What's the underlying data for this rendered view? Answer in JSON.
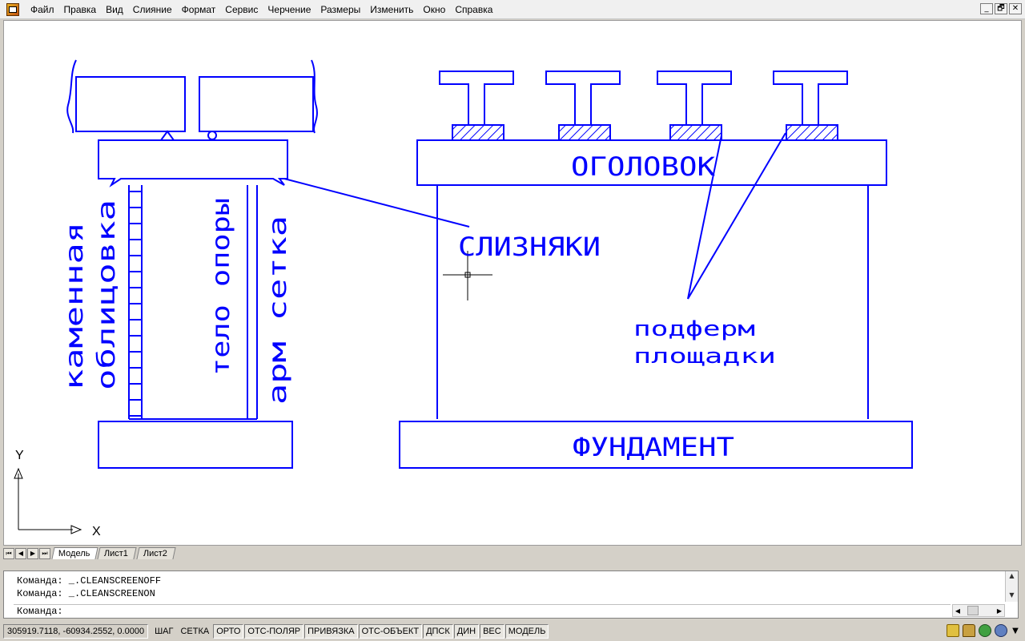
{
  "menu": {
    "items": [
      "Файл",
      "Правка",
      "Вид",
      "Слияние",
      "Формат",
      "Сервис",
      "Черчение",
      "Размеры",
      "Изменить",
      "Окно",
      "Справка"
    ],
    "window_controls": [
      "_",
      "🗗",
      "✕"
    ]
  },
  "drawing": {
    "line_color": "#0000ff",
    "labels": {
      "ogolovok": "ОГОЛОВОК",
      "sliznyaki": "СЛИЗНЯКИ",
      "podferm1": "подферм",
      "podferm2": "площадки",
      "fundament": "ФУНДАМЕНТ",
      "kamennaya": "каменная",
      "oblicovka": "облицовка",
      "telo": "тело опоры",
      "arm": "арм сетка"
    },
    "ucs": {
      "x": "X",
      "y": "Y"
    }
  },
  "tabs": {
    "nav": [
      "⏮",
      "◀",
      "▶",
      "⏭"
    ],
    "items": [
      {
        "label": "Модель",
        "active": true
      },
      {
        "label": "Лист1",
        "active": false
      },
      {
        "label": "Лист2",
        "active": false
      }
    ]
  },
  "command": {
    "history": [
      "Команда:  _.CLEANSCREENOFF",
      "Команда:  _.CLEANSCREENON"
    ],
    "prompt": "Команда:"
  },
  "status": {
    "coords": "305919.7118, -60934.2552, 0.0000",
    "buttons": [
      {
        "label": "ШАГ",
        "on": false
      },
      {
        "label": "СЕТКА",
        "on": false
      },
      {
        "label": "ОРТО",
        "on": true
      },
      {
        "label": "ОТС-ПОЛЯР",
        "on": true
      },
      {
        "label": "ПРИВЯЗКА",
        "on": true
      },
      {
        "label": "ОТС-ОБЪЕКТ",
        "on": true
      },
      {
        "label": "ДПСК",
        "on": true
      },
      {
        "label": "ДИН",
        "on": true
      },
      {
        "label": "ВЕС",
        "on": true
      },
      {
        "label": "МОДЕЛЬ",
        "on": true
      }
    ]
  }
}
